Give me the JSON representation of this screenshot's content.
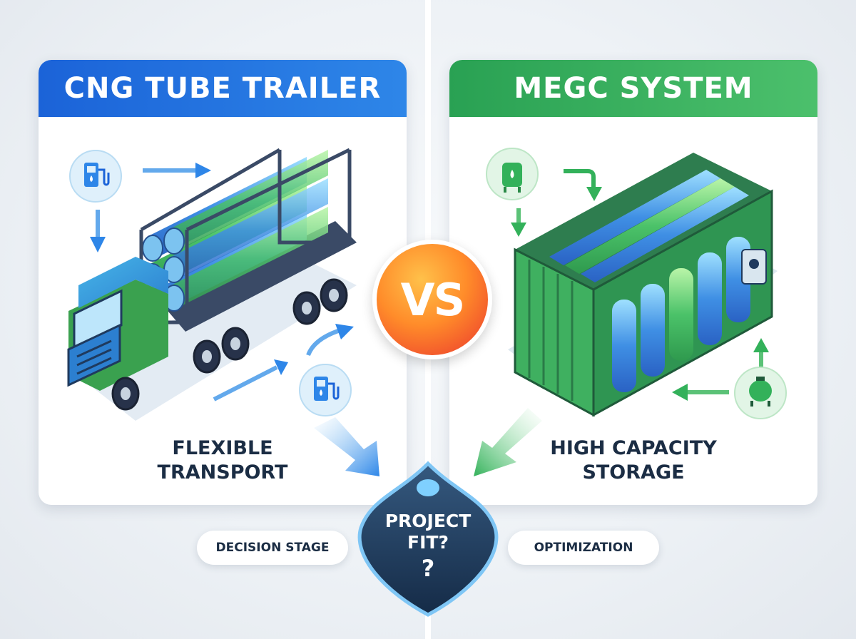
{
  "left_panel": {
    "title": "CNG TUBE TRAILER",
    "caption_lines": [
      "FLEXIBLE",
      "TRANSPORT"
    ],
    "accent": "#1b63d8"
  },
  "right_panel": {
    "title": "MEGC SYSTEM",
    "caption_lines": [
      "HIGH CAPACITY",
      "STORAGE"
    ],
    "accent": "#29a153"
  },
  "vs_label": "VS",
  "center_badge": {
    "lines": [
      "PROJECT",
      "FIT?"
    ],
    "mark": "?"
  },
  "pills": {
    "left": "DECISION STAGE",
    "right": "OPTIMIZATION"
  },
  "icons": {
    "left_top": "fuel-pump-icon",
    "left_bottom": "fuel-pump-icon",
    "right_top": "storage-tank-icon",
    "right_bottom": "gas-cylinder-icon"
  }
}
